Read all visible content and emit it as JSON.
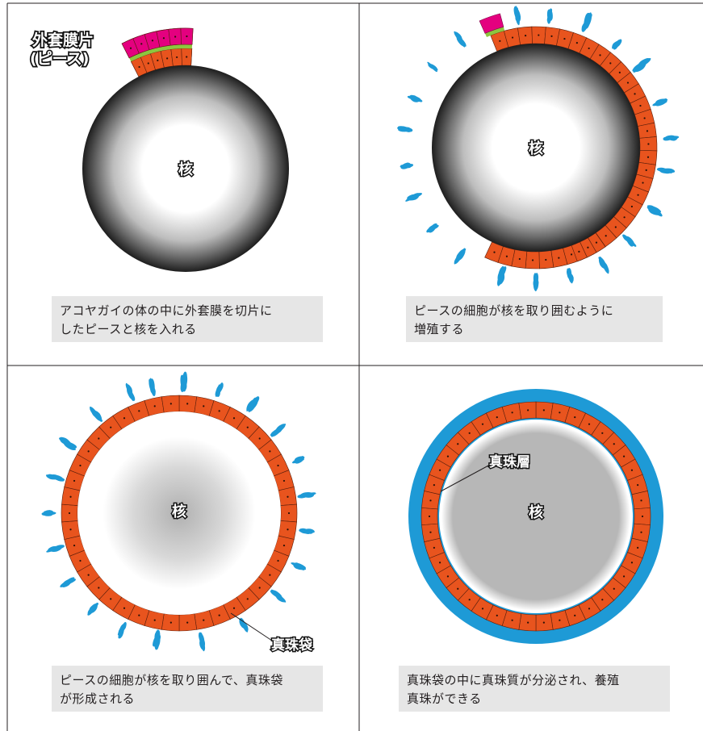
{
  "panels": [
    {
      "nucleus_label": "核",
      "callout_line1": "外套膜片",
      "callout_line2": "(ピース)",
      "caption_line1": "アコヤガイの体の中に外套膜を切片に",
      "caption_line2": "したピースと核を入れる"
    },
    {
      "nucleus_label": "核",
      "caption_line1": "ピースの細胞が核を取り囲むように",
      "caption_line2": "増殖する"
    },
    {
      "nucleus_label": "核",
      "callout_label": "真珠袋",
      "caption_line1": "ピースの細胞が核を取り囲んで、真珠袋",
      "caption_line2": "が形成される"
    },
    {
      "nucleus_label": "核",
      "callout_label": "真珠層",
      "caption_line1": "真珠袋の中に真珠質が分泌され、養殖",
      "caption_line2": "真珠ができる"
    }
  ],
  "colors": {
    "cell_layer": "#e8541e",
    "mantle_piece": "#e4007f",
    "piece_inner_band": "#8dc63f",
    "seawater_fragments": "#1e9ad6",
    "nacre": "#b5b5b5",
    "caption_bg": "#e6e6e6",
    "grid_line": "#231f20"
  }
}
